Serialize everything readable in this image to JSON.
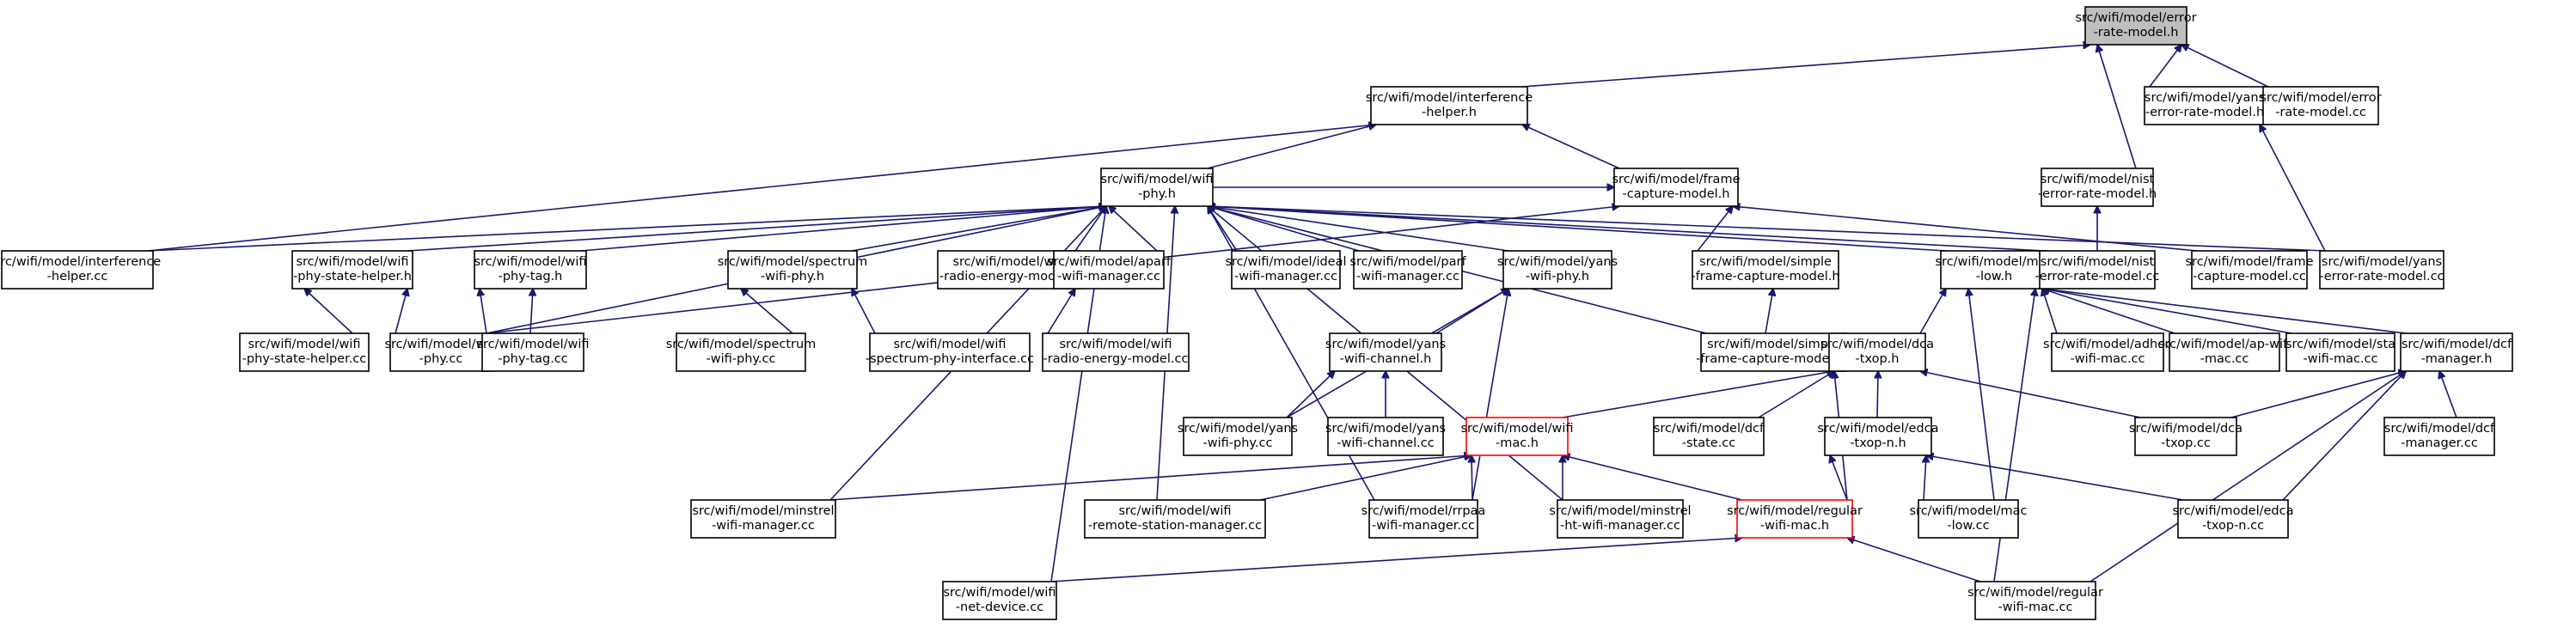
{
  "nodes": [
    {
      "id": "root",
      "lines": [
        "src/wifi/model/error",
        "-rate-model.h"
      ],
      "style": "root"
    },
    {
      "id": "interference_h",
      "lines": [
        "src/wifi/model/interference",
        "-helper.h"
      ]
    },
    {
      "id": "yans_err_h",
      "lines": [
        "src/wifi/model/yans",
        "-error-rate-model.h"
      ]
    },
    {
      "id": "err_cc",
      "lines": [
        "src/wifi/model/error",
        "-rate-model.cc"
      ]
    },
    {
      "id": "phy_h",
      "lines": [
        "src/wifi/model/wifi",
        "-phy.h"
      ]
    },
    {
      "id": "frame_cap_h",
      "lines": [
        "src/wifi/model/frame",
        "-capture-model.h"
      ]
    },
    {
      "id": "nist_h",
      "lines": [
        "src/wifi/model/nist",
        "-error-rate-model.h"
      ]
    },
    {
      "id": "interference_cc",
      "lines": [
        "src/wifi/model/interference",
        "-helper.cc"
      ]
    },
    {
      "id": "phy_state_h",
      "lines": [
        "src/wifi/model/wifi",
        "-phy-state-helper.h"
      ]
    },
    {
      "id": "phy_tag_h",
      "lines": [
        "src/wifi/model/wifi",
        "-phy-tag.h"
      ]
    },
    {
      "id": "spectrum_h",
      "lines": [
        "src/wifi/model/spectrum",
        "-wifi-phy.h"
      ]
    },
    {
      "id": "radio_h",
      "lines": [
        "src/wifi/model/wifi",
        "-radio-energy-model.h"
      ]
    },
    {
      "id": "aparf_cc",
      "lines": [
        "src/wifi/model/aparf",
        "-wifi-manager.cc"
      ]
    },
    {
      "id": "ideal_cc",
      "lines": [
        "src/wifi/model/ideal",
        "-wifi-manager.cc"
      ]
    },
    {
      "id": "parf_cc",
      "lines": [
        "src/wifi/model/parf",
        "-wifi-manager.cc"
      ]
    },
    {
      "id": "yansphy_h",
      "lines": [
        "src/wifi/model/yans",
        "-wifi-phy.h"
      ]
    },
    {
      "id": "simple_h",
      "lines": [
        "src/wifi/model/simple",
        "-frame-capture-model.h"
      ]
    },
    {
      "id": "maclow_h",
      "lines": [
        "src/wifi/model/mac",
        "-low.h"
      ]
    },
    {
      "id": "nist_cc",
      "lines": [
        "src/wifi/model/nist",
        "-error-rate-model.cc"
      ]
    },
    {
      "id": "frame_cap_cc",
      "lines": [
        "src/wifi/model/frame",
        "-capture-model.cc"
      ]
    },
    {
      "id": "yans_err_cc",
      "lines": [
        "src/wifi/model/yans",
        "-error-rate-model.cc"
      ]
    },
    {
      "id": "phy_cc",
      "lines": [
        "src/wifi/model/wifi",
        "-phy.cc"
      ]
    },
    {
      "id": "phy_state_cc",
      "lines": [
        "src/wifi/model/wifi",
        "-phy-state-helper.cc"
      ]
    },
    {
      "id": "phy_tag_cc",
      "lines": [
        "src/wifi/model/wifi",
        "-phy-tag.cc"
      ]
    },
    {
      "id": "spectrum_cc",
      "lines": [
        "src/wifi/model/spectrum",
        "-wifi-phy.cc"
      ]
    },
    {
      "id": "spec_iface_cc",
      "lines": [
        "src/wifi/model/wifi",
        "-spectrum-phy-interface.cc"
      ]
    },
    {
      "id": "radio_cc",
      "lines": [
        "src/wifi/model/wifi",
        "-radio-energy-model.cc"
      ]
    },
    {
      "id": "yanschan_h",
      "lines": [
        "src/wifi/model/yans",
        "-wifi-channel.h"
      ]
    },
    {
      "id": "simple_cc",
      "lines": [
        "src/wifi/model/simple",
        "-frame-capture-model.cc"
      ]
    },
    {
      "id": "dca_h",
      "lines": [
        "src/wifi/model/dca",
        "-txop.h"
      ]
    },
    {
      "id": "adhoc_cc",
      "lines": [
        "src/wifi/model/adhoc",
        "-wifi-mac.cc"
      ]
    },
    {
      "id": "ap_cc",
      "lines": [
        "src/wifi/model/ap-wifi",
        "-mac.cc"
      ]
    },
    {
      "id": "sta_cc",
      "lines": [
        "src/wifi/model/sta",
        "-wifi-mac.cc"
      ]
    },
    {
      "id": "dcf_h",
      "lines": [
        "src/wifi/model/dcf",
        "-manager.h"
      ]
    },
    {
      "id": "yansphy_cc",
      "lines": [
        "src/wifi/model/yans",
        "-wifi-phy.cc"
      ]
    },
    {
      "id": "yanschan_cc",
      "lines": [
        "src/wifi/model/yans",
        "-wifi-channel.cc"
      ]
    },
    {
      "id": "mac_h",
      "lines": [
        "src/wifi/model/wifi",
        "-mac.h"
      ],
      "style": "hl"
    },
    {
      "id": "dcf_state_cc",
      "lines": [
        "src/wifi/model/dcf",
        "-state.cc"
      ]
    },
    {
      "id": "edca_h",
      "lines": [
        "src/wifi/model/edca",
        "-txop-n.h"
      ]
    },
    {
      "id": "dca_cc",
      "lines": [
        "src/wifi/model/dca",
        "-txop.cc"
      ]
    },
    {
      "id": "dcf_cc",
      "lines": [
        "src/wifi/model/dcf",
        "-manager.cc"
      ]
    },
    {
      "id": "minstrel_cc",
      "lines": [
        "src/wifi/model/minstrel",
        "-wifi-manager.cc"
      ]
    },
    {
      "id": "rsm_cc",
      "lines": [
        "src/wifi/model/wifi",
        "-remote-station-manager.cc"
      ]
    },
    {
      "id": "rrpaa_cc",
      "lines": [
        "src/wifi/model/rrpaa",
        "-wifi-manager.cc"
      ]
    },
    {
      "id": "minstrelht_cc",
      "lines": [
        "src/wifi/model/minstrel",
        "-ht-wifi-manager.cc"
      ]
    },
    {
      "id": "regular_h",
      "lines": [
        "src/wifi/model/regular",
        "-wifi-mac.h"
      ],
      "style": "hl"
    },
    {
      "id": "maclow_cc",
      "lines": [
        "src/wifi/model/mac",
        "-low.cc"
      ]
    },
    {
      "id": "edca_cc",
      "lines": [
        "src/wifi/model/edca",
        "-txop-n.cc"
      ]
    },
    {
      "id": "netdev_cc",
      "lines": [
        "src/wifi/model/wifi",
        "-net-device.cc"
      ]
    },
    {
      "id": "regular_cc",
      "lines": [
        "src/wifi/model/regular",
        "-wifi-mac.cc"
      ]
    }
  ],
  "edges": [
    [
      "interference_h",
      "root"
    ],
    [
      "yans_err_h",
      "root"
    ],
    [
      "err_cc",
      "root"
    ],
    [
      "nist_h",
      "root"
    ],
    [
      "phy_h",
      "interference_h"
    ],
    [
      "frame_cap_h",
      "interference_h"
    ],
    [
      "interference_cc",
      "interference_h"
    ],
    [
      "yans_err_cc",
      "yans_err_h"
    ],
    [
      "nist_cc",
      "nist_h"
    ],
    [
      "phy_h",
      "frame_cap_h"
    ],
    [
      "simple_h",
      "frame_cap_h"
    ],
    [
      "frame_cap_cc",
      "frame_cap_h"
    ],
    [
      "phy_cc",
      "frame_cap_h"
    ],
    [
      "interference_cc",
      "phy_h"
    ],
    [
      "phy_state_h",
      "phy_h"
    ],
    [
      "phy_tag_h",
      "phy_h"
    ],
    [
      "phy_cc",
      "phy_h"
    ],
    [
      "spectrum_h",
      "phy_h"
    ],
    [
      "radio_h",
      "phy_h"
    ],
    [
      "aparf_cc",
      "phy_h"
    ],
    [
      "ideal_cc",
      "phy_h"
    ],
    [
      "parf_cc",
      "phy_h"
    ],
    [
      "yansphy_h",
      "phy_h"
    ],
    [
      "simple_cc",
      "phy_h"
    ],
    [
      "maclow_h",
      "phy_h"
    ],
    [
      "nist_cc",
      "phy_h"
    ],
    [
      "yans_err_cc",
      "phy_h"
    ],
    [
      "minstrel_cc",
      "phy_h"
    ],
    [
      "rsm_cc",
      "phy_h"
    ],
    [
      "rrpaa_cc",
      "phy_h"
    ],
    [
      "minstrelht_cc",
      "phy_h"
    ],
    [
      "netdev_cc",
      "phy_h"
    ],
    [
      "phy_state_cc",
      "phy_state_h"
    ],
    [
      "phy_cc",
      "phy_state_h"
    ],
    [
      "phy_cc",
      "phy_tag_h"
    ],
    [
      "phy_tag_cc",
      "phy_tag_h"
    ],
    [
      "spectrum_cc",
      "spectrum_h"
    ],
    [
      "spec_iface_cc",
      "spectrum_h"
    ],
    [
      "radio_cc",
      "radio_h"
    ],
    [
      "yansphy_cc",
      "yansphy_h"
    ],
    [
      "yanschan_h",
      "yansphy_h"
    ],
    [
      "rrpaa_cc",
      "yansphy_h"
    ],
    [
      "yansphy_cc",
      "yanschan_h"
    ],
    [
      "yanschan_cc",
      "yanschan_h"
    ],
    [
      "simple_cc",
      "simple_h"
    ],
    [
      "dca_h",
      "maclow_h"
    ],
    [
      "adhoc_cc",
      "maclow_h"
    ],
    [
      "ap_cc",
      "maclow_h"
    ],
    [
      "sta_cc",
      "maclow_h"
    ],
    [
      "dcf_h",
      "maclow_h"
    ],
    [
      "maclow_cc",
      "maclow_h"
    ],
    [
      "regular_cc",
      "maclow_h"
    ],
    [
      "mac_h",
      "dca_h"
    ],
    [
      "dcf_state_cc",
      "dca_h"
    ],
    [
      "edca_h",
      "dca_h"
    ],
    [
      "dca_cc",
      "dca_h"
    ],
    [
      "regular_h",
      "dca_h"
    ],
    [
      "dca_cc",
      "dcf_h"
    ],
    [
      "dcf_cc",
      "dcf_h"
    ],
    [
      "edca_cc",
      "dcf_h"
    ],
    [
      "regular_cc",
      "dcf_h"
    ],
    [
      "minstrel_cc",
      "mac_h"
    ],
    [
      "rsm_cc",
      "mac_h"
    ],
    [
      "rrpaa_cc",
      "mac_h"
    ],
    [
      "minstrelht_cc",
      "mac_h"
    ],
    [
      "regular_h",
      "mac_h"
    ],
    [
      "regular_h",
      "edca_h"
    ],
    [
      "maclow_cc",
      "edca_h"
    ],
    [
      "edca_cc",
      "edca_h"
    ],
    [
      "netdev_cc",
      "regular_h"
    ],
    [
      "regular_cc",
      "regular_h"
    ]
  ]
}
